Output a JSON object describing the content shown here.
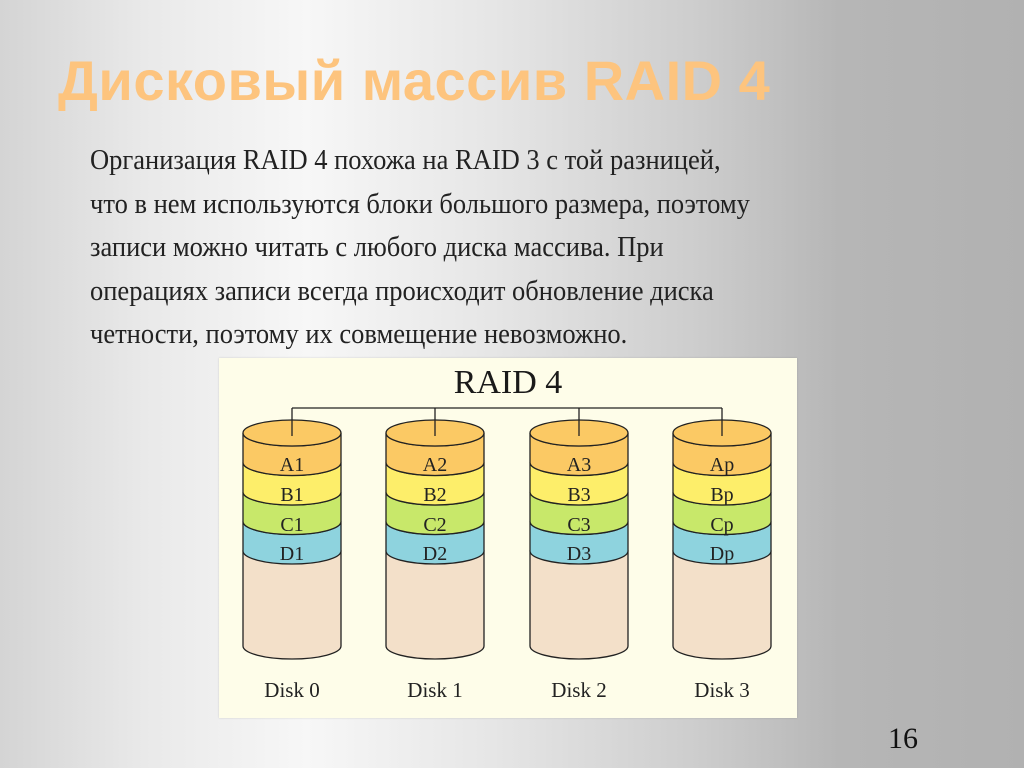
{
  "slide": {
    "title": "Дисковый массив RAID 4",
    "body_lines": [
      "Организация RAID 4 похожа на RAID 3 с той разницей,",
      "что в нем используются блоки большого размера, поэтому",
      "записи можно читать с любого диска массива. При",
      "операциях записи всегда происходит обновление диска",
      "четности, поэтому их совмещение невозможно."
    ],
    "page_number": "16"
  },
  "diagram": {
    "title": "RAID 4",
    "colors": {
      "background": "#fefde9",
      "stripe_a": "#fbc964",
      "stripe_b": "#fdee6a",
      "stripe_c": "#c8e86a",
      "stripe_d": "#8ed3de",
      "empty": "#f3e0c9",
      "outline": "#222222"
    },
    "disks": [
      {
        "label": "Disk 0",
        "blocks": [
          "A1",
          "B1",
          "C1",
          "D1"
        ]
      },
      {
        "label": "Disk 1",
        "blocks": [
          "A2",
          "B2",
          "C2",
          "D2"
        ]
      },
      {
        "label": "Disk 2",
        "blocks": [
          "A3",
          "B3",
          "C3",
          "D3"
        ]
      },
      {
        "label": "Disk 3",
        "blocks": [
          "Ap",
          "Bp",
          "Cp",
          "Dp"
        ]
      }
    ]
  }
}
